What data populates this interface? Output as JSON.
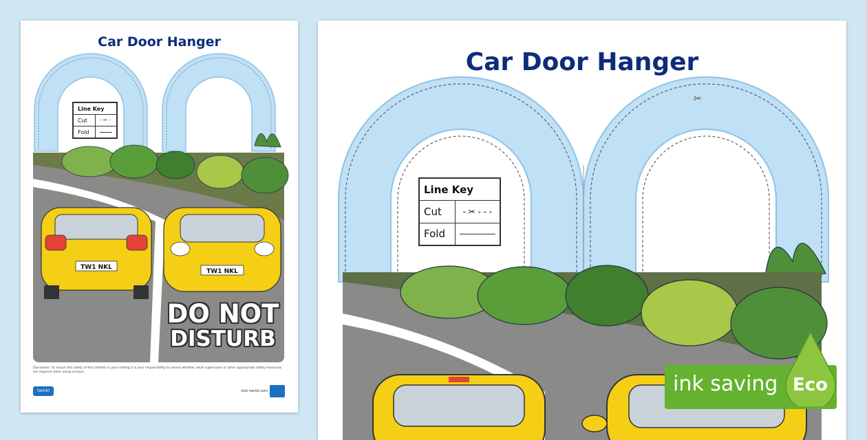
{
  "small_sheet": {
    "title": "Car Door Hanger",
    "line_key": {
      "title": "Line Key",
      "cut_label": "Cut",
      "fold_label": "Fold"
    },
    "plate_left": "TW1 NKL",
    "plate_right": "TW1 NKL",
    "dnd_line1": "DO NOT",
    "dnd_line2": "DISTURB",
    "disclaimer": "Disclaimer: To ensure the safety of the children in your setting it is your responsibility to assess whether adult supervision or other appropriate safety measures are required when using scissors.",
    "logo_text": "twinkl",
    "url": "visit twinkl.com"
  },
  "large_sheet": {
    "title": "Car Door Hanger",
    "line_key": {
      "title": "Line Key",
      "cut_label": "Cut",
      "fold_label": "Fold"
    }
  },
  "badge": {
    "label": "ink saving",
    "eco": "Eco"
  },
  "colors": {
    "title": "#0d2d7a",
    "hanger_blue": "#bfe0f5",
    "hanger_edge": "#8fc3e6",
    "car_yellow": "#f4cf16",
    "road": "#8a8a88",
    "bush_green": "#5a9e3a",
    "eco_green": "#64b22f",
    "background": "#cfe6f3"
  }
}
